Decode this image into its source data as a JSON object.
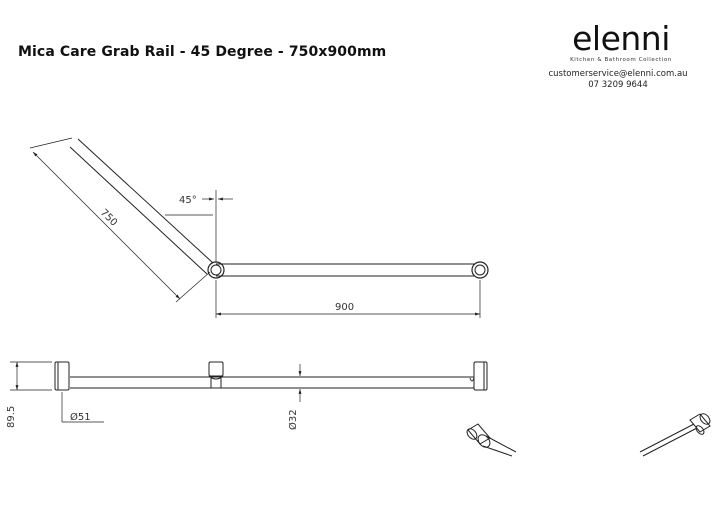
{
  "header": {
    "title": "Mica Care Grab Rail - 45 Degree - 750x900mm"
  },
  "brand": {
    "logo_text": "elenni",
    "tagline": "Kitchen & Bathroom Collection",
    "email": "customerservice@elenni.com.au",
    "phone": "07 3209 9644"
  },
  "dimensions": {
    "angle": "45°",
    "angled_length": "750",
    "straight_length": "900",
    "projection": "89.5",
    "flange_diameter": "Ø51",
    "tube_diameter": "Ø32"
  }
}
